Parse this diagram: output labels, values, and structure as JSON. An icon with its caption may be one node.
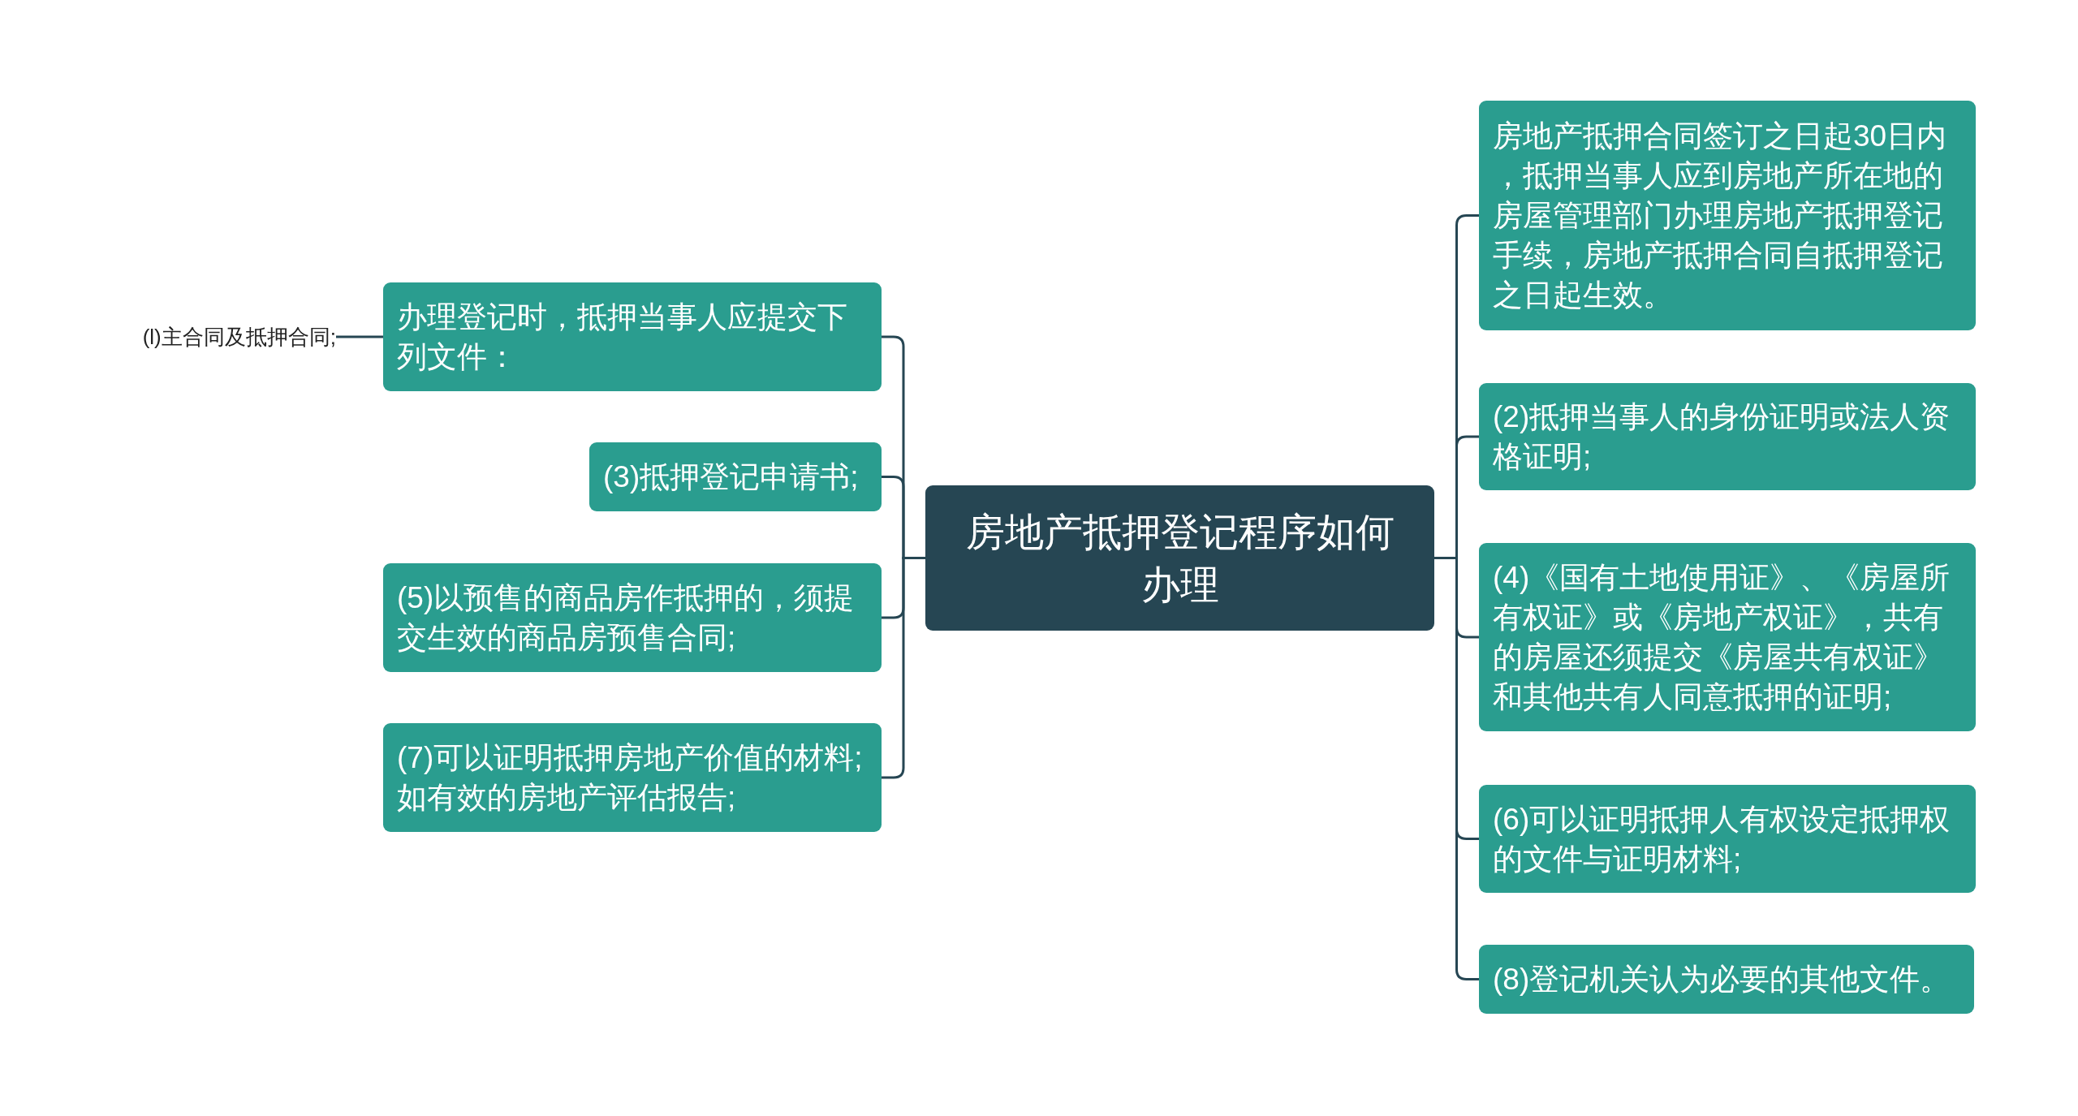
{
  "diagram": {
    "nodes": [
      {
        "text": [
          "房地产抵押登记程序如何办理"
        ]
      },
      {
        "text": [
          "办理登记时，抵押当事人应提交下列文件："
        ]
      },
      {
        "text": [
          "(l)主合同及抵押合同;"
        ]
      },
      {
        "text": [
          "(3)抵押登记申请书;"
        ]
      },
      {
        "text": [
          "(5)以预售的商品房作抵押的，须提交生效的商品房预售合同;"
        ]
      },
      {
        "text": [
          "(7)可以证明抵押房地产价值的材料;如有效的房地产评估报告;"
        ]
      },
      {
        "text": [
          "房地产抵押合同签订之日起30日内，抵押当事人应到房地产所在地的房屋管理部门办理房地产抵押登记手续，房地产抵押合同自抵押登记之日起生效。"
        ]
      },
      {
        "text": [
          "(2)抵押当事人的身份证明或法人资格证明;"
        ]
      },
      {
        "text": [
          "(4)《国有土地使用证》、《房屋所有权证》或《房地产权证》，共有的房屋还须提交《房屋共有权证》和其他共有人同意抵押的证明;"
        ]
      },
      {
        "text": [
          "(6)可以证明抵押人有权设定抵押权的文件与证明材料;"
        ]
      },
      {
        "text": [
          "(8)登记机关认为必要的其他文件。"
        ]
      }
    ],
    "edges": [
      {
        "from": 0,
        "to": 1,
        "arrow": "none"
      },
      {
        "from": 1,
        "to": 2,
        "arrow": "none"
      },
      {
        "from": 0,
        "to": 3,
        "arrow": "none"
      },
      {
        "from": 0,
        "to": 4,
        "arrow": "none"
      },
      {
        "from": 0,
        "to": 5,
        "arrow": "none"
      },
      {
        "from": 0,
        "to": 6,
        "arrow": "none"
      },
      {
        "from": 0,
        "to": 7,
        "arrow": "none"
      },
      {
        "from": 0,
        "to": 8,
        "arrow": "none"
      },
      {
        "from": 0,
        "to": 9,
        "arrow": "none"
      },
      {
        "from": 0,
        "to": 10,
        "arrow": "none"
      }
    ]
  }
}
